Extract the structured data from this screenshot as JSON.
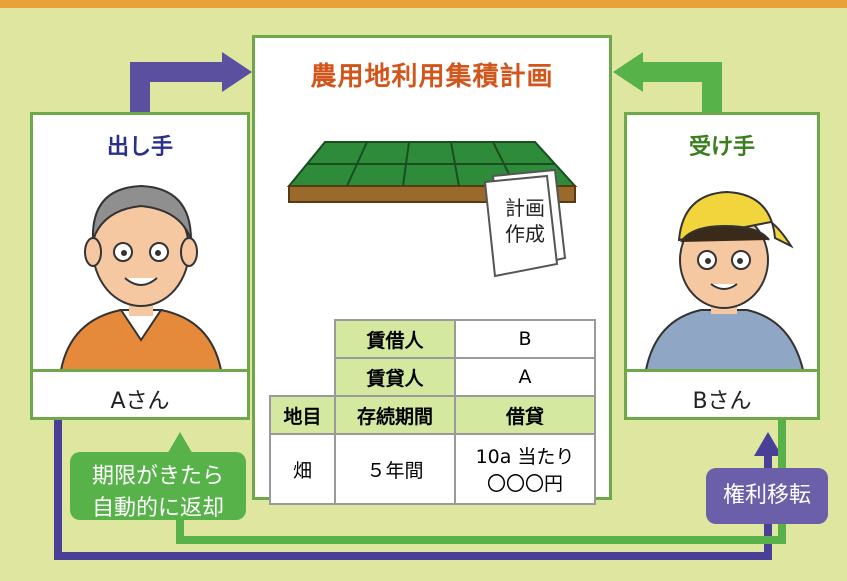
{
  "title": "農用地利用集積計画",
  "giver": {
    "role": "出し手",
    "name": "Aさん"
  },
  "receiver": {
    "role": "受け手",
    "name": "Bさん"
  },
  "plan_note": {
    "line1": "計画",
    "line2": "作成"
  },
  "table": {
    "lessee_label": "賃借人",
    "lessee_value": "B",
    "lessor_label": "賃貸人",
    "lessor_value": "A",
    "col_land": "地目",
    "col_period": "存続期間",
    "col_rent": "借貸",
    "land_value": "畑",
    "period_value": "５年間",
    "rent_line1": "10a 当たり",
    "rent_line2": "〇〇〇円"
  },
  "return_tag": {
    "line1": "期限がきたら",
    "line2": "自動的に返却"
  },
  "transfer_tag": "権利移転",
  "colors": {
    "title": "#d2561b",
    "giver_title": "#2b2f8c",
    "receiver_title": "#3a7d1c",
    "purple_arrow": "#5b4fa0",
    "green_arrow": "#58b24a"
  }
}
